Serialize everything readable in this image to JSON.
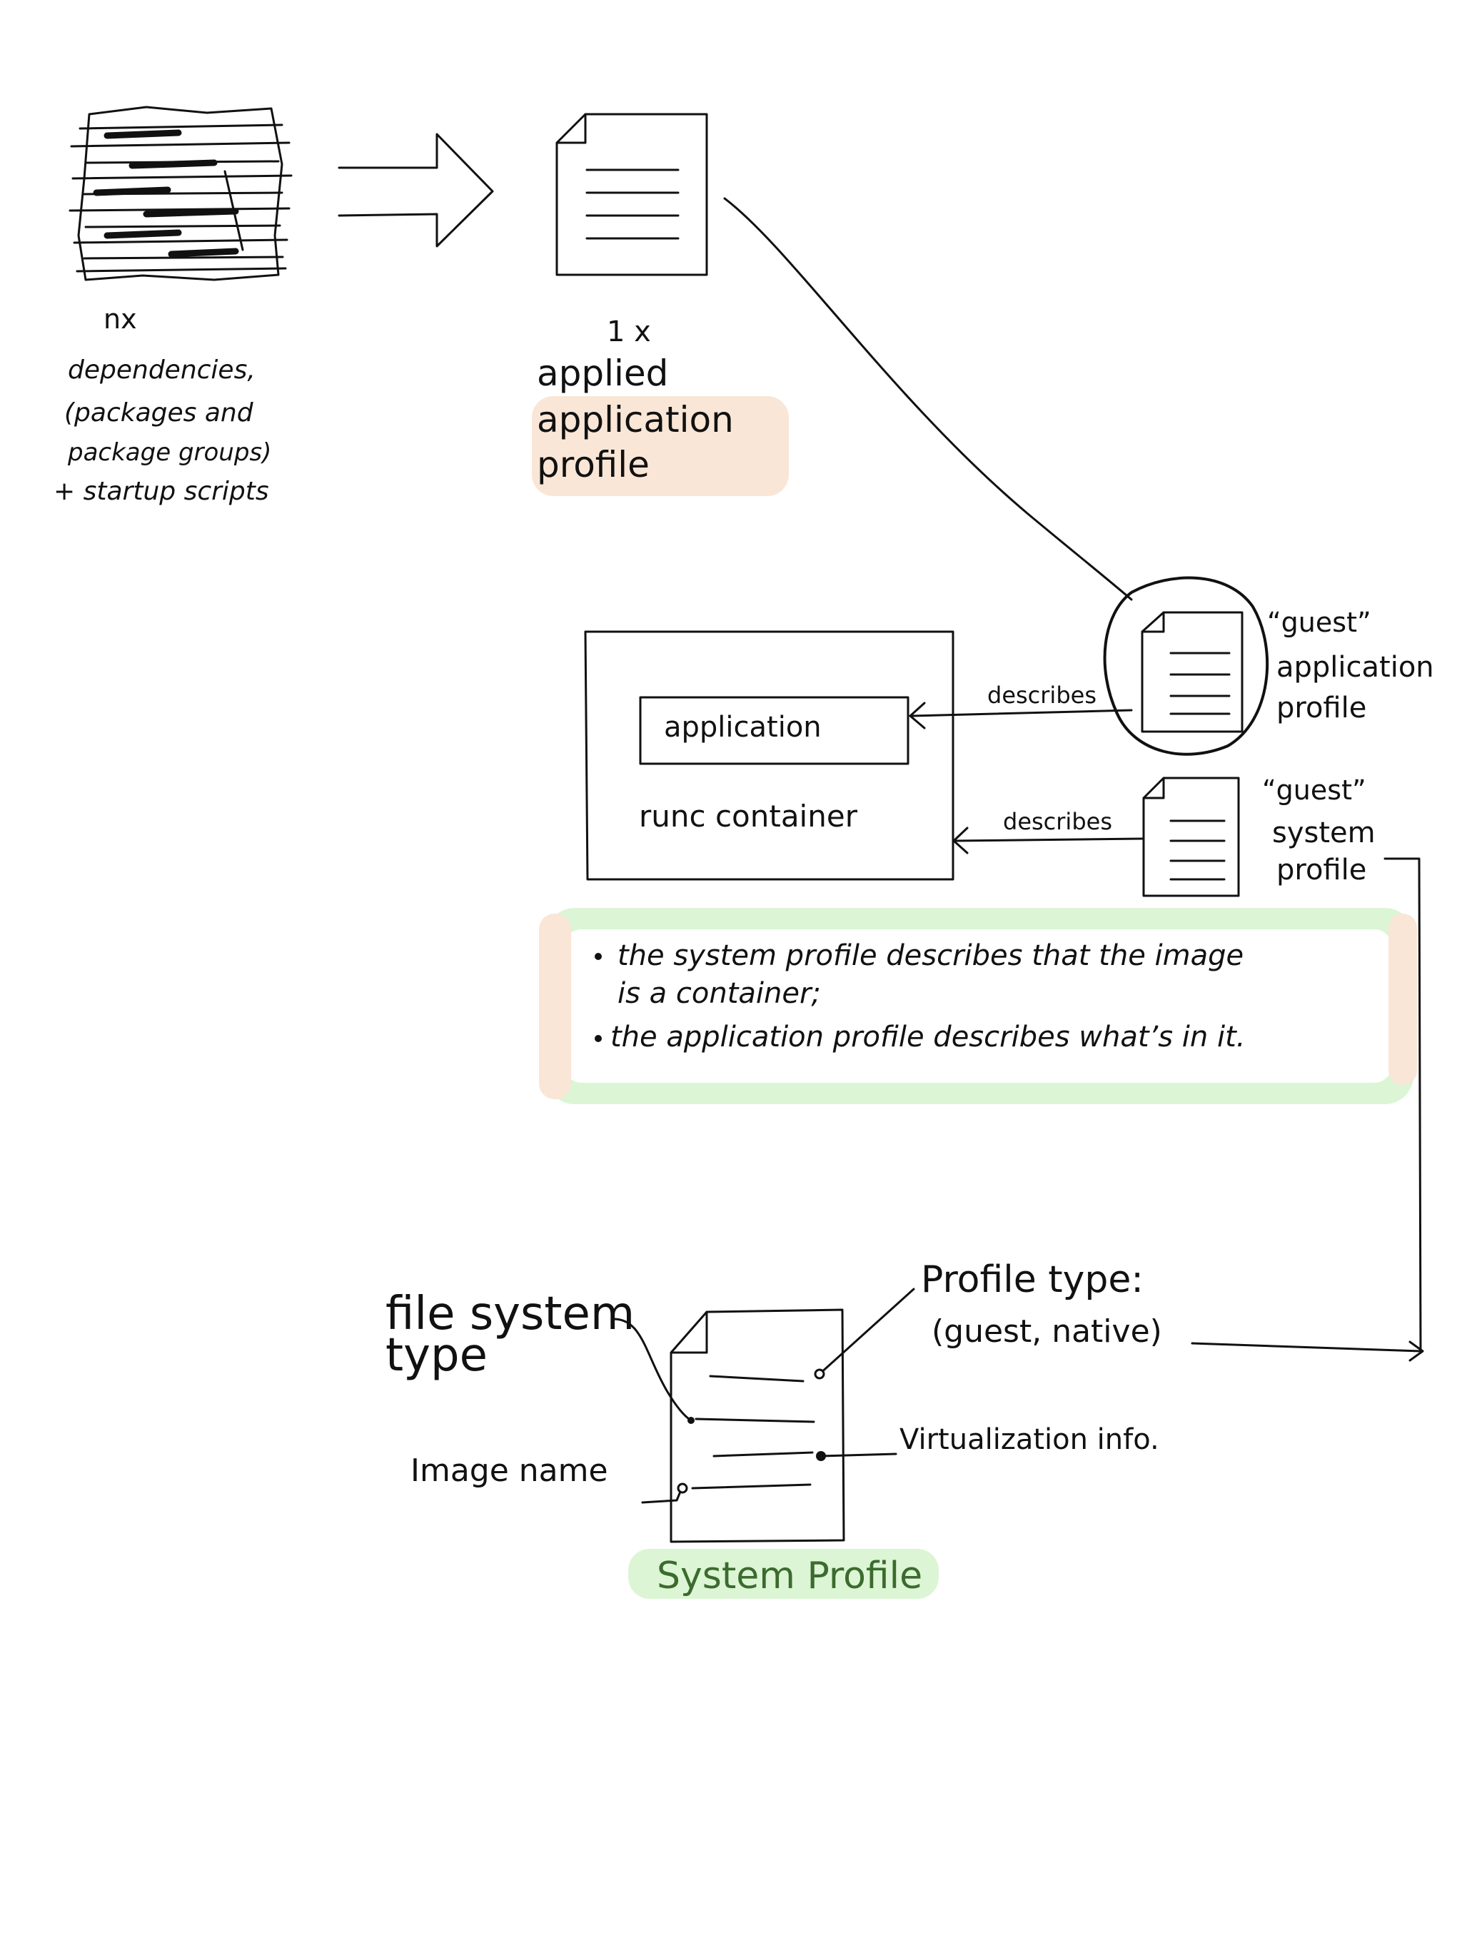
{
  "source_group": {
    "count_label": "nx",
    "line1": "dependencies,",
    "line2": "(packages and",
    "line3": "package groups)",
    "line4": "+ startup scripts"
  },
  "applied_profile": {
    "count_label": "1 x",
    "line1": "applied",
    "line2": "application",
    "line3": "profile"
  },
  "guest_application_profile": {
    "line1": "“guest”",
    "line2": "application",
    "line3": "profile"
  },
  "guest_system_profile": {
    "line1": "“guest”",
    "line2": "system",
    "line3": "profile"
  },
  "container": {
    "inner_label": "application",
    "label": "runc container"
  },
  "edges": {
    "describes_app": "describes",
    "describes_system": "describes"
  },
  "notes": {
    "bullet1_line1": "the system profile describes that the image",
    "bullet1_line2": "is a container;",
    "bullet2": "the application profile describes what’s in it."
  },
  "system_profile": {
    "title": "System Profile",
    "field_fs_line1": "file system",
    "field_fs_line2": "type",
    "field_profile_line1": "Profile type:",
    "field_profile_line2": "(guest, native)",
    "field_virt": "Virtualization info.",
    "field_image": "Image name"
  },
  "colors": {
    "ink": "#111111",
    "highlight_orange": "#f9e6d6",
    "highlight_green": "#dcf5d4",
    "green_text": "#3b6b2e"
  }
}
